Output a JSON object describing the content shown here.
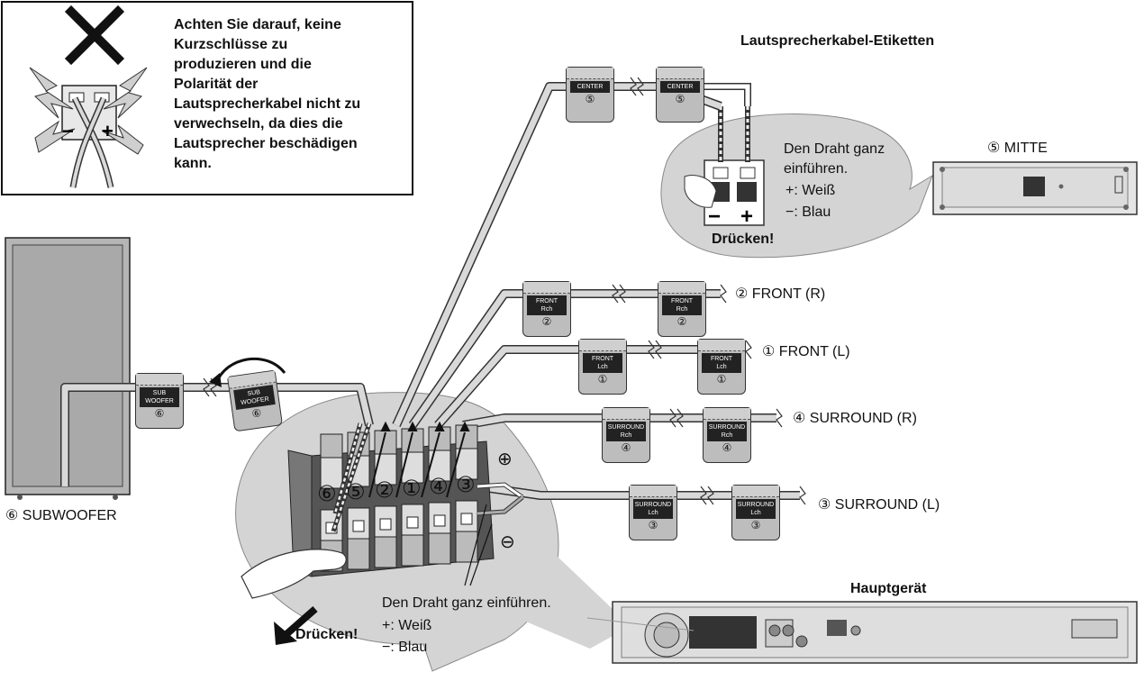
{
  "warning": {
    "text": "Achten Sie darauf, keine Kurzschlüsse zu produzieren und die Polarität der Lautsprecherkabel nicht zu verwechseln, da dies die Lautsprecher beschädigen kann."
  },
  "labels": {
    "cable_labels_title": "Lautsprecherkabel-Etiketten",
    "center_wire_instruction": "Den Draht ganz einführen.",
    "center_plus": "+: Weiß",
    "center_minus": "−: Blau",
    "center_press": "Drücken!",
    "mitte": "⑤ MITTE",
    "front_r": "② FRONT (R)",
    "front_l": "① FRONT (L)",
    "surround_r": "④ SURROUND (R)",
    "surround_l": "③ SURROUND (L)",
    "subwoofer": "⑥ SUBWOOFER",
    "main_wire_instruction": "Den Draht ganz einführen.",
    "main_plus": "+: Weiß",
    "main_minus": "−: Blau",
    "main_press": "Drücken!",
    "main_unit": "Hauptgerät",
    "terminal_plus": "⊕",
    "terminal_minus": "⊖"
  },
  "tags": {
    "center_1": {
      "line1": "CENTER",
      "num": "⑤"
    },
    "center_2": {
      "line1": "CENTER",
      "num": "⑤"
    },
    "front_r_1": {
      "line1": "FRONT",
      "line2": "Rch",
      "num": "②"
    },
    "front_r_2": {
      "line1": "FRONT",
      "line2": "Rch",
      "num": "②"
    },
    "front_l_1": {
      "line1": "FRONT",
      "line2": "Lch",
      "num": "①"
    },
    "front_l_2": {
      "line1": "FRONT",
      "line2": "Lch",
      "num": "①"
    },
    "surround_r_1": {
      "line1": "SURROUND",
      "line2": "Rch",
      "num": "④"
    },
    "surround_r_2": {
      "line1": "SURROUND",
      "line2": "Rch",
      "num": "④"
    },
    "surround_l_1": {
      "line1": "SURROUND",
      "line2": "Lch",
      "num": "③"
    },
    "surround_l_2": {
      "line1": "SURROUND",
      "line2": "Lch",
      "num": "③"
    },
    "sub_1": {
      "line1": "SUB",
      "line2": "WOOFER",
      "num": "⑥"
    },
    "sub_2": {
      "line1": "SUB",
      "line2": "WOOFER",
      "num": "⑥"
    }
  },
  "terminal_numbers": [
    "⑥",
    "⑤",
    "②",
    "①",
    "④",
    "③"
  ],
  "colors": {
    "cable_fill": "#d9d9d9",
    "bubble_fill": "#d4d4d4",
    "tag_fill": "#bdbdbd",
    "tag_dark": "#222222",
    "subwoofer_fill": "#b5b5b5",
    "device_fill": "#e5e5e5"
  }
}
